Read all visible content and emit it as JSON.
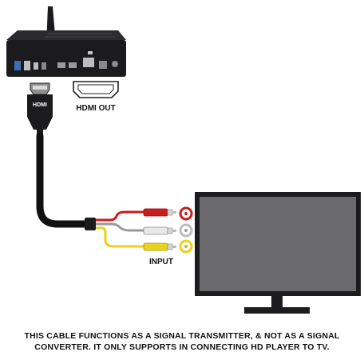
{
  "labels": {
    "port_label": "HDMI OUT",
    "plug_logo": "HDMI",
    "input_label": "INPUT"
  },
  "caption": {
    "line1": "THIS CABLE FUNCTIONS AS A SIGNAL TRANSMITTER, & NOT AS A SIGNAL",
    "line2": "CONVERTER. IT ONLY SUPPORTS IN CONNECTING HD PLAYER TO TV."
  },
  "colors": {
    "device_body": "#1b1b1d",
    "cable_black": "#111111",
    "rca_red": "#c81d1d",
    "rca_white": "#d8d8d8",
    "rca_yellow": "#e8d21a",
    "tv_screen": "#6b6b6e",
    "tv_frame": "#1c1c1e",
    "port_outline": "#222222"
  },
  "icons": {
    "device": "media-player-box-icon",
    "antenna": "antenna-icon",
    "hdmi_plug": "hdmi-plug-icon",
    "hdmi_port": "hdmi-port-icon",
    "rca_jacks": "rca-jacks-icon",
    "tv": "television-icon"
  }
}
